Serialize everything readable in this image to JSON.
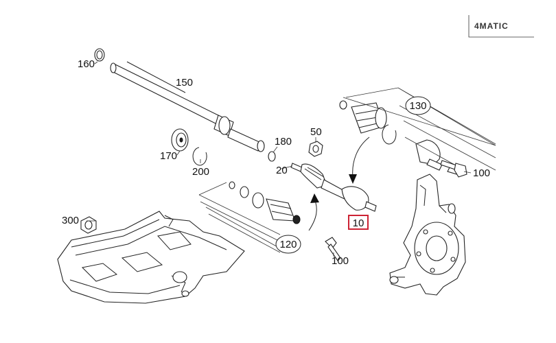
{
  "logo": {
    "text": "4MATIC"
  },
  "labels": {
    "p160": "160",
    "p150": "150",
    "p170": "170",
    "p200": "200",
    "p180": "180",
    "p50": "50",
    "p20": "20",
    "p130": "130",
    "p100a": "100",
    "p300": "300",
    "p120": "120",
    "p100b": "100",
    "p10": "10"
  },
  "colors": {
    "highlight": "#cc2233",
    "ink": "#222222"
  }
}
